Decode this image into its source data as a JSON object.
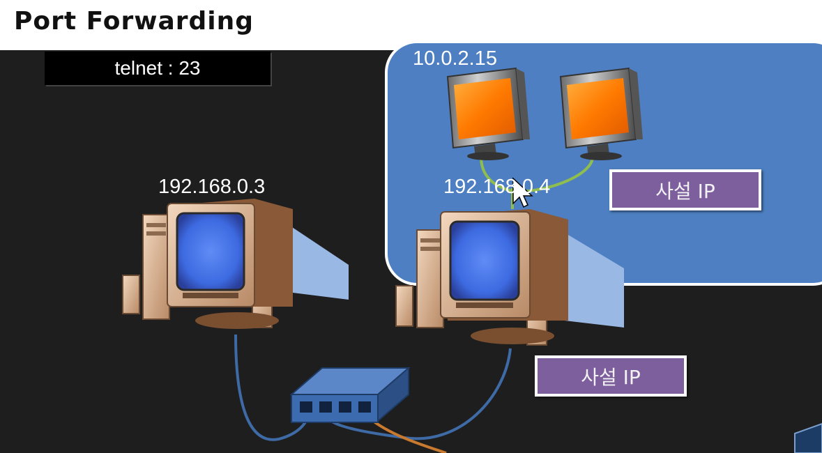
{
  "title": "Port Forwarding",
  "port_label": "telnet : 23",
  "private_network": {
    "vm1_ip": "10.0.2.15",
    "host_ip": "192.168.0.4",
    "tag": "사설 IP"
  },
  "lan": {
    "pc_ip": "192.168.0.3",
    "tag": "사설 IP"
  },
  "colors": {
    "private_network_fill": "#4d7fc2",
    "tag_fill": "#7d5f9e",
    "lan_cable": "#3e6aa6",
    "vm_link": "#8fbd4e",
    "wan_cable": "#c97a2e",
    "switch": "#3d6bb0"
  }
}
